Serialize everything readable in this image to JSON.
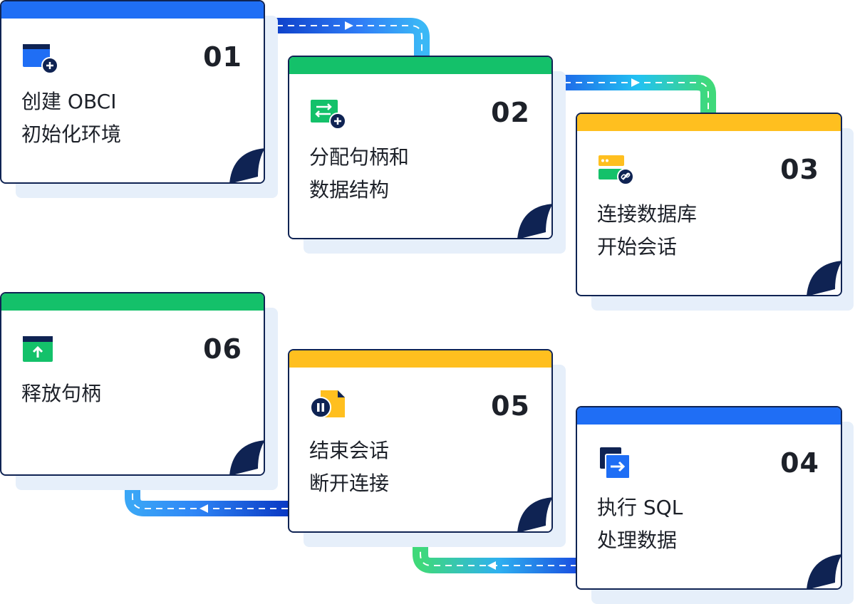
{
  "colors": {
    "blue": "#1f6ef5",
    "green": "#14c16a",
    "yellow": "#ffbf1f",
    "navy": "#0f2353",
    "shadow": "#e6effa"
  },
  "steps": [
    {
      "number": "01",
      "line1": "创建 OBCI",
      "line2": "初始化环境",
      "bar_color": "blue",
      "icon": "window-add-icon"
    },
    {
      "number": "02",
      "line1": "分配句柄和",
      "line2": "数据结构",
      "bar_color": "green",
      "icon": "swap-add-icon"
    },
    {
      "number": "03",
      "line1": "连接数据库",
      "line2": "开始会话",
      "bar_color": "yellow",
      "icon": "server-link-icon"
    },
    {
      "number": "04",
      "line1": "执行 SQL",
      "line2": "处理数据",
      "bar_color": "blue",
      "icon": "arrow-execute-icon"
    },
    {
      "number": "05",
      "line1": "结束会话",
      "line2": "断开连接",
      "bar_color": "yellow",
      "icon": "pause-doc-icon"
    },
    {
      "number": "06",
      "line1": "释放句柄",
      "line2": "",
      "bar_color": "green",
      "icon": "upload-window-icon"
    }
  ]
}
